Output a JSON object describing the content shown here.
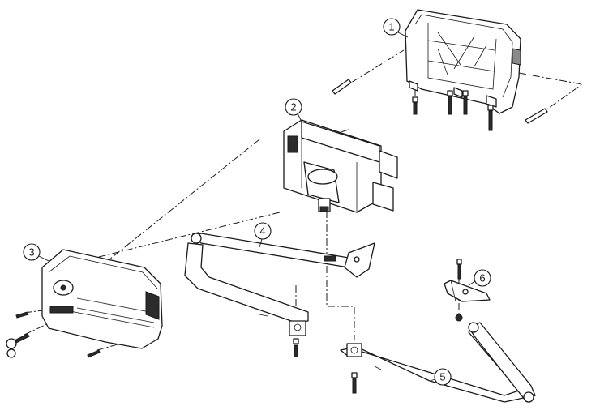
{
  "diagram": {
    "callouts": [
      {
        "id": "c1",
        "label": "1"
      },
      {
        "id": "c2",
        "label": "2"
      },
      {
        "id": "c3",
        "label": "3"
      },
      {
        "id": "c4",
        "label": "4"
      },
      {
        "id": "c5",
        "label": "5"
      },
      {
        "id": "c6",
        "label": "6"
      }
    ],
    "parts": [
      {
        "id": "wall-bracket",
        "callout": "1"
      },
      {
        "id": "gear-motor",
        "callout": "2"
      },
      {
        "id": "motor-cover",
        "callout": "3"
      },
      {
        "id": "straight-arm",
        "callout": "4"
      },
      {
        "id": "curved-arm",
        "callout": "5"
      },
      {
        "id": "gate-bracket",
        "callout": "6"
      }
    ],
    "colors": {
      "line": "#1a1a1a",
      "background": "#ffffff",
      "shade": "#2b2b2b"
    }
  }
}
